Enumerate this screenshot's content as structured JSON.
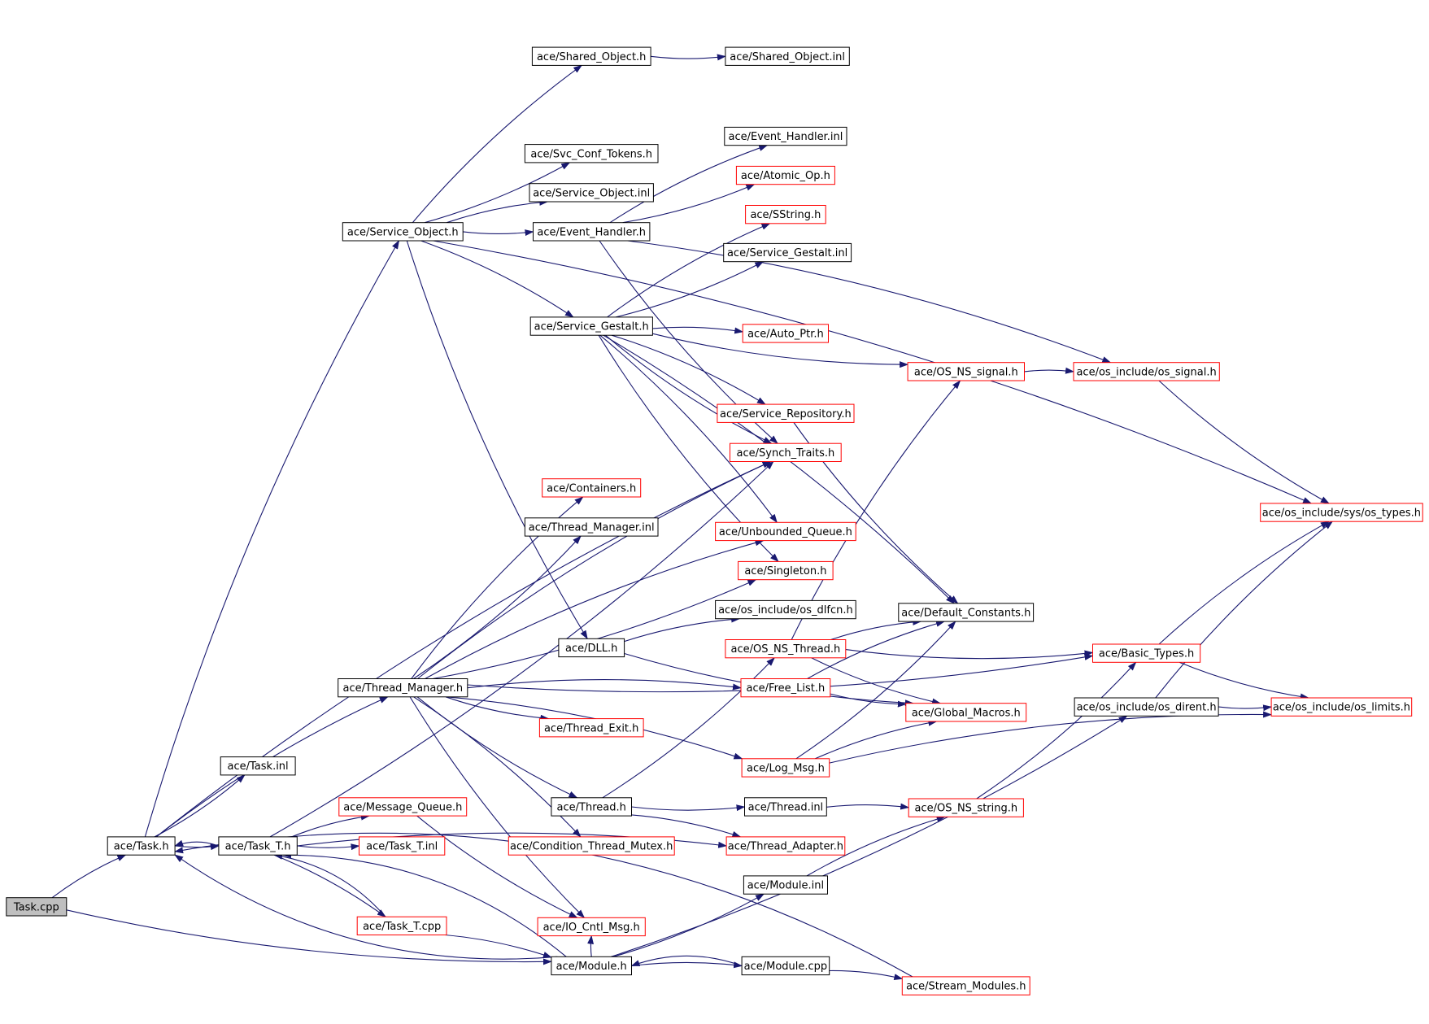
{
  "graph": {
    "colors": {
      "edge": "#191970",
      "node_border_normal": "#000000",
      "node_border_red": "#ff0000",
      "root_fill": "#bfbfbf",
      "background": "#ffffff"
    },
    "nodes": [
      {
        "id": "task_cpp",
        "label": "Task.cpp",
        "style": "root"
      },
      {
        "id": "task_h",
        "label": "ace/Task.h",
        "style": "normal"
      },
      {
        "id": "task_inl",
        "label": "ace/Task.inl",
        "style": "normal"
      },
      {
        "id": "task_t_h",
        "label": "ace/Task_T.h",
        "style": "normal"
      },
      {
        "id": "task_t_inl",
        "label": "ace/Task_T.inl",
        "style": "red"
      },
      {
        "id": "task_t_cpp",
        "label": "ace/Task_T.cpp",
        "style": "red"
      },
      {
        "id": "message_queue_h",
        "label": "ace/Message_Queue.h",
        "style": "red"
      },
      {
        "id": "service_object_h",
        "label": "ace/Service_Object.h",
        "style": "normal"
      },
      {
        "id": "shared_object_h",
        "label": "ace/Shared_Object.h",
        "style": "normal"
      },
      {
        "id": "shared_object_inl",
        "label": "ace/Shared_Object.inl",
        "style": "normal"
      },
      {
        "id": "svc_conf_tokens_h",
        "label": "ace/Svc_Conf_Tokens.h",
        "style": "normal"
      },
      {
        "id": "service_object_inl",
        "label": "ace/Service_Object.inl",
        "style": "normal"
      },
      {
        "id": "event_handler_h",
        "label": "ace/Event_Handler.h",
        "style": "normal"
      },
      {
        "id": "event_handler_inl",
        "label": "ace/Event_Handler.inl",
        "style": "normal"
      },
      {
        "id": "atomic_op_h",
        "label": "ace/Atomic_Op.h",
        "style": "red"
      },
      {
        "id": "sstring_h",
        "label": "ace/SString.h",
        "style": "red"
      },
      {
        "id": "service_gestalt_inl",
        "label": "ace/Service_Gestalt.inl",
        "style": "normal"
      },
      {
        "id": "service_gestalt_h",
        "label": "ace/Service_Gestalt.h",
        "style": "normal"
      },
      {
        "id": "auto_ptr_h",
        "label": "ace/Auto_Ptr.h",
        "style": "red"
      },
      {
        "id": "os_ns_signal_h",
        "label": "ace/OS_NS_signal.h",
        "style": "red"
      },
      {
        "id": "os_signal_h",
        "label": "ace/os_include/os_signal.h",
        "style": "red"
      },
      {
        "id": "service_repository_h",
        "label": "ace/Service_Repository.h",
        "style": "red"
      },
      {
        "id": "synch_traits_h",
        "label": "ace/Synch_Traits.h",
        "style": "red"
      },
      {
        "id": "os_types_h",
        "label": "ace/os_include/sys/os_types.h",
        "style": "red"
      },
      {
        "id": "containers_h",
        "label": "ace/Containers.h",
        "style": "red"
      },
      {
        "id": "thread_manager_inl",
        "label": "ace/Thread_Manager.inl",
        "style": "normal"
      },
      {
        "id": "unbounded_queue_h",
        "label": "ace/Unbounded_Queue.h",
        "style": "red"
      },
      {
        "id": "singleton_h",
        "label": "ace/Singleton.h",
        "style": "red"
      },
      {
        "id": "os_dlfcn_h",
        "label": "ace/os_include/os_dlfcn.h",
        "style": "normal"
      },
      {
        "id": "default_constants_h",
        "label": "ace/Default_Constants.h",
        "style": "normal"
      },
      {
        "id": "dll_h",
        "label": "ace/DLL.h",
        "style": "normal"
      },
      {
        "id": "os_ns_thread_h",
        "label": "ace/OS_NS_Thread.h",
        "style": "red"
      },
      {
        "id": "basic_types_h",
        "label": "ace/Basic_Types.h",
        "style": "red"
      },
      {
        "id": "thread_manager_h",
        "label": "ace/Thread_Manager.h",
        "style": "normal"
      },
      {
        "id": "free_list_h",
        "label": "ace/Free_List.h",
        "style": "red"
      },
      {
        "id": "global_macros_h",
        "label": "ace/Global_Macros.h",
        "style": "red"
      },
      {
        "id": "os_dirent_h",
        "label": "ace/os_include/os_dirent.h",
        "style": "normal"
      },
      {
        "id": "os_limits_h",
        "label": "ace/os_include/os_limits.h",
        "style": "red"
      },
      {
        "id": "thread_exit_h",
        "label": "ace/Thread_Exit.h",
        "style": "red"
      },
      {
        "id": "log_msg_h",
        "label": "ace/Log_Msg.h",
        "style": "red"
      },
      {
        "id": "thread_h",
        "label": "ace/Thread.h",
        "style": "normal"
      },
      {
        "id": "thread_inl",
        "label": "ace/Thread.inl",
        "style": "normal"
      },
      {
        "id": "os_ns_string_h",
        "label": "ace/OS_NS_string.h",
        "style": "red"
      },
      {
        "id": "condition_thread_mutex_h",
        "label": "ace/Condition_Thread_Mutex.h",
        "style": "red"
      },
      {
        "id": "thread_adapter_h",
        "label": "ace/Thread_Adapter.h",
        "style": "red"
      },
      {
        "id": "module_inl",
        "label": "ace/Module.inl",
        "style": "normal"
      },
      {
        "id": "io_cntl_msg_h",
        "label": "ace/IO_Cntl_Msg.h",
        "style": "red"
      },
      {
        "id": "module_h",
        "label": "ace/Module.h",
        "style": "normal"
      },
      {
        "id": "module_cpp",
        "label": "ace/Module.cpp",
        "style": "normal"
      },
      {
        "id": "stream_modules_h",
        "label": "ace/Stream_Modules.h",
        "style": "red"
      }
    ],
    "edges": [
      [
        "task_cpp",
        "task_h"
      ],
      [
        "task_cpp",
        "module_h"
      ],
      [
        "task_h",
        "service_object_h"
      ],
      [
        "task_h",
        "task_inl"
      ],
      [
        "task_h",
        "thread_manager_h"
      ],
      [
        "task_h",
        "task_t_h"
      ],
      [
        "task_h",
        "synch_traits_h"
      ],
      [
        "task_t_h",
        "task_h"
      ],
      [
        "task_t_h",
        "message_queue_h"
      ],
      [
        "task_t_h",
        "task_t_inl"
      ],
      [
        "task_t_h",
        "task_t_cpp"
      ],
      [
        "task_t_h",
        "synch_traits_h"
      ],
      [
        "task_t_h",
        "thread_adapter_h"
      ],
      [
        "task_t_cpp",
        "task_t_h"
      ],
      [
        "task_t_cpp",
        "module_h"
      ],
      [
        "message_queue_h",
        "io_cntl_msg_h"
      ],
      [
        "service_object_h",
        "shared_object_h"
      ],
      [
        "service_object_h",
        "svc_conf_tokens_h"
      ],
      [
        "service_object_h",
        "service_object_inl"
      ],
      [
        "service_object_h",
        "event_handler_h"
      ],
      [
        "service_object_h",
        "service_gestalt_h"
      ],
      [
        "service_object_h",
        "dll_h"
      ],
      [
        "service_object_h",
        "os_types_h"
      ],
      [
        "shared_object_h",
        "shared_object_inl"
      ],
      [
        "event_handler_h",
        "event_handler_inl"
      ],
      [
        "event_handler_h",
        "atomic_op_h"
      ],
      [
        "event_handler_h",
        "os_signal_h"
      ],
      [
        "event_handler_h",
        "synch_traits_h"
      ],
      [
        "service_gestalt_h",
        "sstring_h"
      ],
      [
        "service_gestalt_h",
        "service_gestalt_inl"
      ],
      [
        "service_gestalt_h",
        "auto_ptr_h"
      ],
      [
        "service_gestalt_h",
        "os_ns_signal_h"
      ],
      [
        "service_gestalt_h",
        "service_repository_h"
      ],
      [
        "service_gestalt_h",
        "synch_traits_h"
      ],
      [
        "service_gestalt_h",
        "unbounded_queue_h"
      ],
      [
        "service_gestalt_h",
        "singleton_h"
      ],
      [
        "service_gestalt_h",
        "default_constants_h"
      ],
      [
        "service_repository_h",
        "default_constants_h"
      ],
      [
        "os_ns_signal_h",
        "os_signal_h"
      ],
      [
        "os_signal_h",
        "os_types_h"
      ],
      [
        "thread_manager_h",
        "synch_traits_h"
      ],
      [
        "thread_manager_h",
        "basic_types_h"
      ],
      [
        "thread_manager_h",
        "containers_h"
      ],
      [
        "thread_manager_h",
        "thread_manager_inl"
      ],
      [
        "thread_manager_h",
        "unbounded_queue_h"
      ],
      [
        "thread_manager_h",
        "singleton_h"
      ],
      [
        "thread_manager_h",
        "free_list_h"
      ],
      [
        "thread_manager_h",
        "thread_exit_h"
      ],
      [
        "thread_manager_h",
        "log_msg_h"
      ],
      [
        "thread_manager_h",
        "thread_h"
      ],
      [
        "thread_manager_h",
        "condition_thread_mutex_h"
      ],
      [
        "thread_manager_h",
        "io_cntl_msg_h"
      ],
      [
        "dll_h",
        "os_dlfcn_h"
      ],
      [
        "dll_h",
        "global_macros_h"
      ],
      [
        "os_ns_thread_h",
        "default_constants_h"
      ],
      [
        "os_ns_thread_h",
        "basic_types_h"
      ],
      [
        "os_ns_thread_h",
        "os_ns_signal_h"
      ],
      [
        "os_ns_thread_h",
        "global_macros_h"
      ],
      [
        "free_list_h",
        "default_constants_h"
      ],
      [
        "free_list_h",
        "global_macros_h"
      ],
      [
        "basic_types_h",
        "os_types_h"
      ],
      [
        "basic_types_h",
        "os_limits_h"
      ],
      [
        "os_dirent_h",
        "os_types_h"
      ],
      [
        "os_dirent_h",
        "os_limits_h"
      ],
      [
        "log_msg_h",
        "global_macros_h"
      ],
      [
        "log_msg_h",
        "default_constants_h"
      ],
      [
        "log_msg_h",
        "os_limits_h"
      ],
      [
        "thread_h",
        "thread_inl"
      ],
      [
        "thread_h",
        "thread_adapter_h"
      ],
      [
        "thread_h",
        "os_ns_thread_h"
      ],
      [
        "thread_inl",
        "os_ns_string_h"
      ],
      [
        "os_ns_string_h",
        "basic_types_h"
      ],
      [
        "module_h",
        "task_h"
      ],
      [
        "module_h",
        "task_t_h"
      ],
      [
        "module_h",
        "io_cntl_msg_h"
      ],
      [
        "module_h",
        "module_inl"
      ],
      [
        "module_h",
        "module_cpp"
      ],
      [
        "module_h",
        "os_dirent_h"
      ],
      [
        "module_inl",
        "os_ns_string_h"
      ],
      [
        "module_cpp",
        "module_h"
      ],
      [
        "module_cpp",
        "stream_modules_h"
      ],
      [
        "stream_modules_h",
        "task_h"
      ]
    ]
  }
}
